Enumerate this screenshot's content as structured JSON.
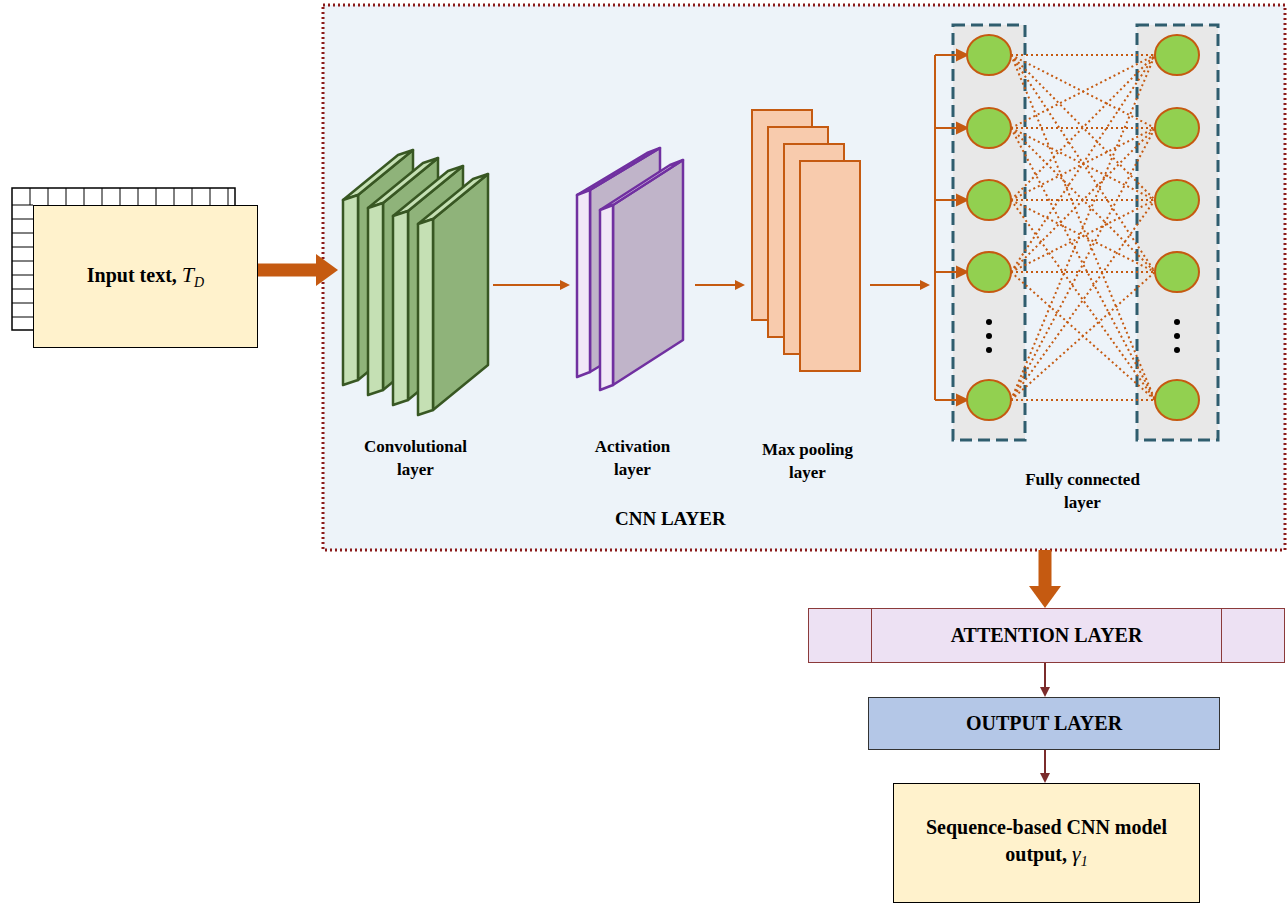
{
  "diagram": {
    "nodes": [
      {
        "text": [
          "Input text,",
          "T",
          "D"
        ]
      },
      {
        "text": [
          "CNN LAYER"
        ]
      },
      {
        "text": [
          "Convolutional layer"
        ],
        "in": 1
      },
      {
        "text": [
          "Activation layer"
        ],
        "in": 1
      },
      {
        "text": [
          "Max pooling layer"
        ],
        "in": 1
      },
      {
        "text": [
          "Fully connected layer"
        ],
        "in": 1
      },
      {
        "text": [
          "ATTENTION LAYER"
        ]
      },
      {
        "text": [
          "OUTPUT LAYER"
        ]
      },
      {
        "text": [
          "Sequence-based CNN model output,",
          "γ",
          "1"
        ]
      }
    ],
    "edges": [
      {
        "from": 0,
        "to": 2,
        "arrow": "to"
      },
      {
        "from": 2,
        "to": 3,
        "arrow": "to"
      },
      {
        "from": 3,
        "to": 4,
        "arrow": "to"
      },
      {
        "from": 4,
        "to": 5,
        "arrow": "to"
      },
      {
        "from": 1,
        "to": 6,
        "arrow": "to"
      },
      {
        "from": 6,
        "to": 7,
        "arrow": "to"
      },
      {
        "from": 7,
        "to": 8,
        "arrow": "to"
      }
    ]
  }
}
